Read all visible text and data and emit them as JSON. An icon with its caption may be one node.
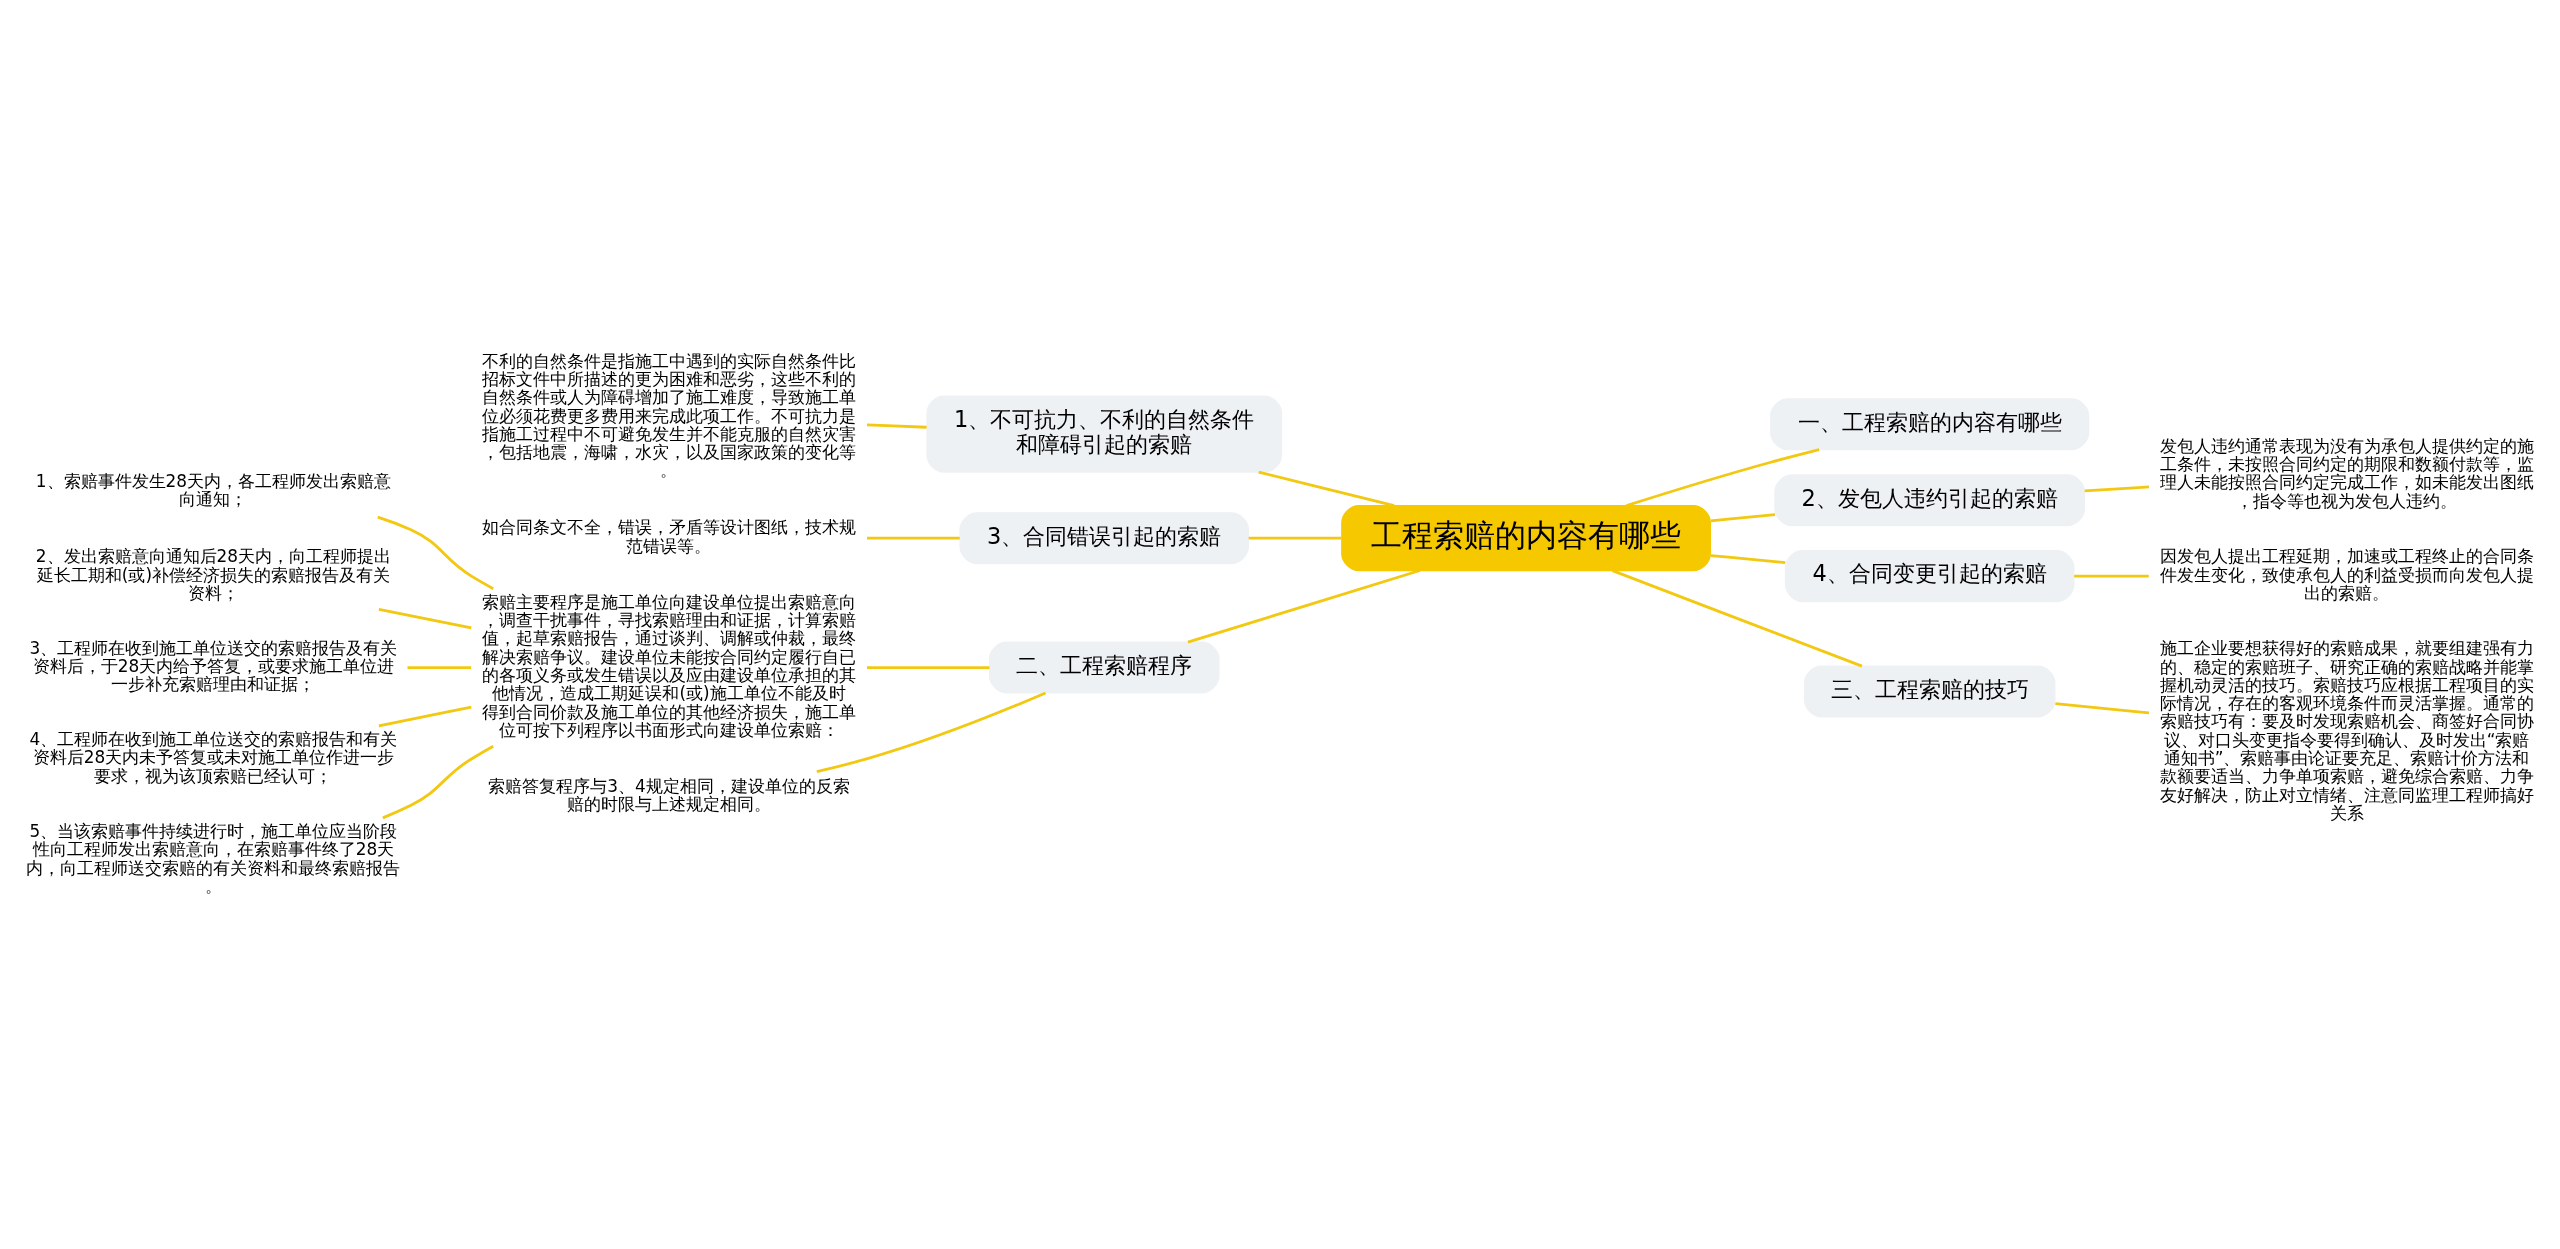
{
  "diagram": {
    "nodes": [
      {
        "text": [
          "工程索赔的内容有哪些"
        ]
      },
      {
        "text": [
          "一、工程索赔的内容有哪些"
        ]
      },
      {
        "text": [
          "1、不可抗力、不利的自然条件和障碍引起的索赔"
        ]
      },
      {
        "text": [
          "不利的自然条件是指施工中遇到的实际自然条件比招标文件中所描述的更为困难和恶劣，这些不利的自然条件或人为障碍增加了施工难度，导致施工单位必须花费更多费用来完成此项工作。不可抗力是指施工过程中不可避免发生并不能克服的自然灾害，包括地震，海啸，水灾，以及国家政策的变化等。"
        ]
      },
      {
        "text": [
          "3、合同错误引起的索赔"
        ]
      },
      {
        "text": [
          "如合同条文不全，错误，矛盾等设计图纸，技术规范错误等。"
        ]
      },
      {
        "text": [
          "2、发包人违约引起的索赔"
        ]
      },
      {
        "text": [
          "发包人违约通常表现为没有为承包人提供约定的施工条件，未按照合同约定的期限和数额付款等，监理人未能按照合同约定完成工作，如未能发出图纸，指令等也视为发包人违约。"
        ]
      },
      {
        "text": [
          "4、合同变更引起的索赔"
        ]
      },
      {
        "text": [
          "因发包人提出工程延期，加速或工程终止的合同条件发生变化，致使承包人的利益受损而向发包人提出的索赔。"
        ]
      },
      {
        "text": [
          "二、工程索赔程序"
        ]
      },
      {
        "text": [
          "索赔主要程序是施工单位向建设单位提出索赔意向，调查干扰事件，寻找索赔理由和证据，计算索赔值，起草索赔报告，通过谈判、调解或仲裁，最终解决索赔争议。建设单位未能按合同约定履行自已的各项义务或发生错误以及应由建设单位承担的其他情况，造成工期延误和(或)施工单位不能及时得到合同价款及施工单位的其他经济损失，施工单位可按下列程序以书面形式向建设单位索赔："
        ]
      },
      {
        "text": [
          "1、索赔事件发生28天内，各工程师发出索赔意向通知；"
        ]
      },
      {
        "text": [
          "2、发出索赔意向通知后28天内，向工程师提出延长工期和(或)补偿经济损失的索赔报告及有关资料；"
        ]
      },
      {
        "text": [
          "3、工程师在收到施工单位送交的索赔报告及有关资料后，于28天内给予答复，或要求施工单位进一步补充索赔理由和证据；"
        ]
      },
      {
        "text": [
          "4、工程师在收到施工单位送交的索赔报告和有关资料后28天内未予答复或未对施工单位作进一步要求，视为该顶索赔已经认可；"
        ]
      },
      {
        "text": [
          "5、当该索赔事件持续进行时，施工单位应当阶段性向工程师发出索赔意向，在索赔事件终了28天内，向工程师送交索赔的有关资料和最终索赔报告。"
        ]
      },
      {
        "text": [
          "索赔答复程序与3、4规定相同，建设单位的反索赔的时限与上述规定相同。"
        ]
      },
      {
        "text": [
          "三、工程索赔的技巧"
        ]
      },
      {
        "text": [
          "施工企业要想获得好的索赔成果，就要组建强有力的、稳定的索赔班子、研究正确的索赔战略并能掌握机动灵活的技巧。索赔技巧应根据工程项目的实际情况，存在的客观环境条件而灵活掌握。通常的索赔技巧有：要及时发现索赔机会、商签好合同协议、对口头变更指令要得到确认、及时发出“索赔通知书”、索赔事由论证要充足、索赔计价方法和款额要适当、力争单项索赔，避免综合索赔、力争友好解决，防止对立情绪、注意同监理工程师搞好关系"
        ]
      }
    ],
    "edges": [
      {
        "from": 0,
        "to": 1,
        "arrow": "none"
      },
      {
        "from": 0,
        "to": 2,
        "arrow": "none"
      },
      {
        "from": 2,
        "to": 3,
        "arrow": "none"
      },
      {
        "from": 0,
        "to": 4,
        "arrow": "none"
      },
      {
        "from": 4,
        "to": 5,
        "arrow": "none"
      },
      {
        "from": 0,
        "to": 6,
        "arrow": "none"
      },
      {
        "from": 6,
        "to": 7,
        "arrow": "none"
      },
      {
        "from": 0,
        "to": 8,
        "arrow": "none"
      },
      {
        "from": 8,
        "to": 9,
        "arrow": "none"
      },
      {
        "from": 0,
        "to": 10,
        "arrow": "none"
      },
      {
        "from": 10,
        "to": 11,
        "arrow": "none"
      },
      {
        "from": 11,
        "to": 12,
        "arrow": "none"
      },
      {
        "from": 11,
        "to": 13,
        "arrow": "none"
      },
      {
        "from": 11,
        "to": 14,
        "arrow": "none"
      },
      {
        "from": 11,
        "to": 15,
        "arrow": "none"
      },
      {
        "from": 11,
        "to": 16,
        "arrow": "none"
      },
      {
        "from": 10,
        "to": 17,
        "arrow": "none"
      },
      {
        "from": 0,
        "to": 18,
        "arrow": "none"
      },
      {
        "from": 18,
        "to": 19,
        "arrow": "none"
      }
    ]
  }
}
